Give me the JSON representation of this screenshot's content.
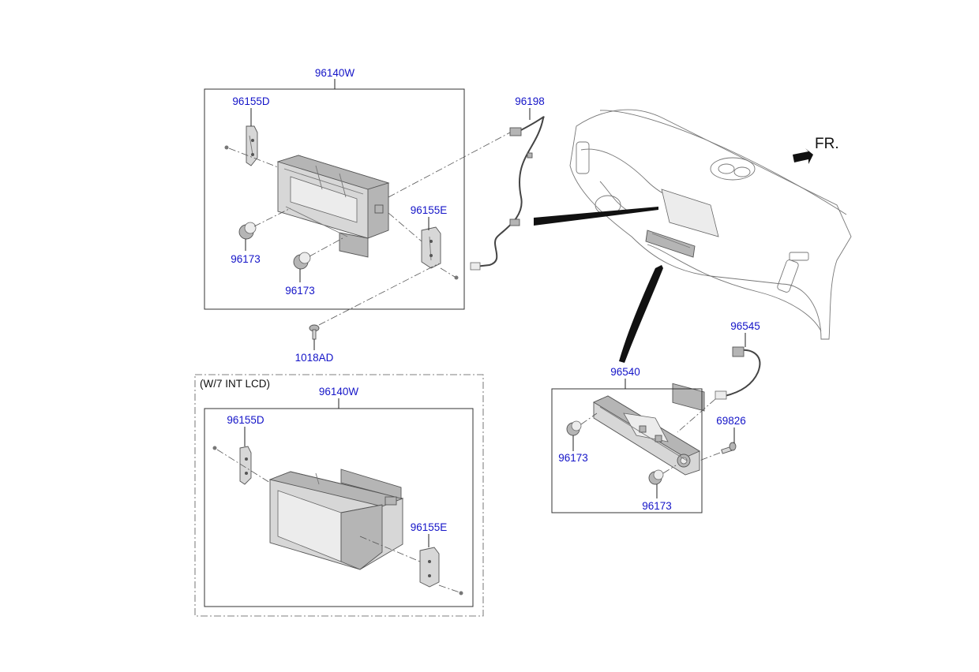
{
  "labels": {
    "audio_main": "96140W",
    "bracket_left_top": "96155D",
    "bracket_right_top": "96155E",
    "knob_1": "96173",
    "knob_2": "96173",
    "screw": "1018AD",
    "cable": "96198",
    "lcd_variant_note": "(W/7 INT LCD)",
    "audio_lcd": "96140W",
    "bracket_left_lcd": "96155D",
    "bracket_right_lcd": "96155E",
    "aircon_cable": "96545",
    "aircon_panel": "96540",
    "aircon_screw": "69826",
    "aircon_knob_1": "96173",
    "aircon_knob_2": "96173",
    "front_direction": "FR."
  },
  "colors": {
    "part_number": "#1414c8",
    "line_art": "#555555",
    "fill_light": "#d7d7d7",
    "fill_dark": "#b5b5b5"
  }
}
